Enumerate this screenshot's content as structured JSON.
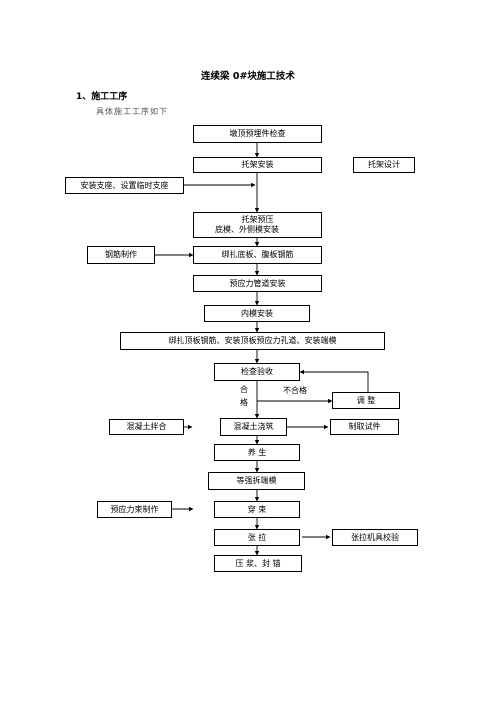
{
  "header_text": "· · · · ·",
  "footer_text": "· · · · ·",
  "title": "连续梁 0#块施工技术",
  "section_heading": "1、施工工序",
  "intro": "具体施工工序如下",
  "flow": {
    "step1": "墩顶预埋件检查",
    "step2": "托架安装",
    "side_design": "托架设计",
    "side_support": "安装支座、设置临时支座",
    "step3a": "托架预压",
    "step3b": "底模、外侧模安装",
    "side_rebar": "钢筋制作",
    "step4": "绑扎底板、腹板钢筋",
    "step5": "预应力管道安装",
    "step6": "内模安装",
    "step7": "绑扎顶板钢筋、安装顶板预应力孔道、安装端模",
    "step8": "检查验收",
    "label_pass_1": "合",
    "label_pass_2": "格",
    "label_fail": "不合格",
    "side_adjust": "调  整",
    "side_mix": "混凝土拌合",
    "step9": "混凝土浇筑",
    "side_specimen": "制取试件",
    "step10": "养    生",
    "step11": "等强拆端模",
    "side_tendon": "预应力束制作",
    "step12": "穿    束",
    "step13": "张    拉",
    "side_calib": "张拉机具校验",
    "step14": "压    浆、封    锚"
  }
}
